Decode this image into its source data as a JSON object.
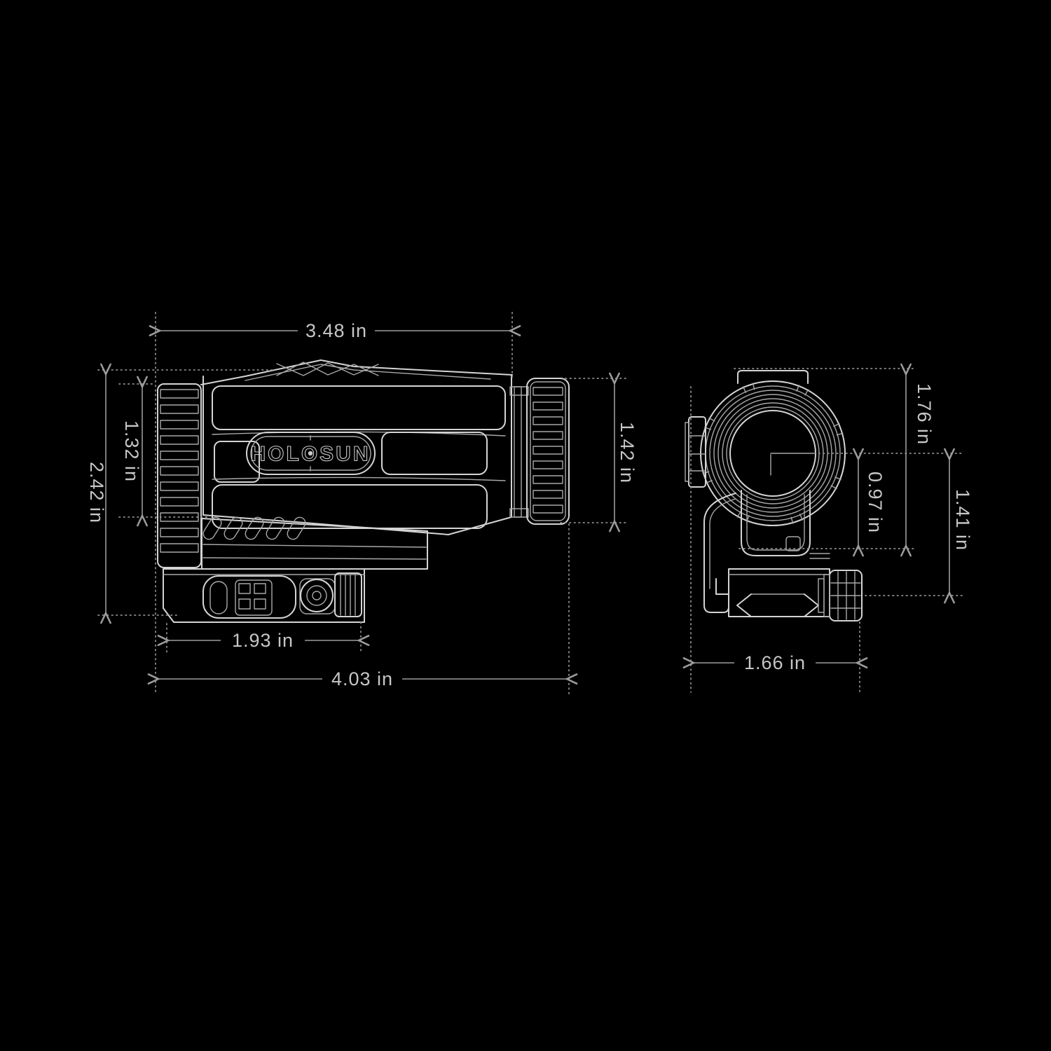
{
  "diagram": {
    "background": "#000000",
    "colors": {
      "outline": "#d4d4d4",
      "detail_line": "#a8a8a8",
      "dimension_line": "#9c9c9c",
      "extension_line": "#8f8f8f",
      "dimension_text": "#c6c6c6"
    },
    "brand": "HOLOSUN",
    "units": "in",
    "dimensions": {
      "side_body_length": "3.48 in",
      "side_ring_height": "1.32 in",
      "side_overall_height": "2.42 in",
      "side_eyepiece_height": "1.42 in",
      "side_mount_length": "1.93 in",
      "side_overall_length": "4.03 in",
      "front_top_height": "1.76 in",
      "front_axis_height": "0.97 in",
      "front_lower_height": "1.41 in",
      "front_width": "1.66 in"
    }
  }
}
